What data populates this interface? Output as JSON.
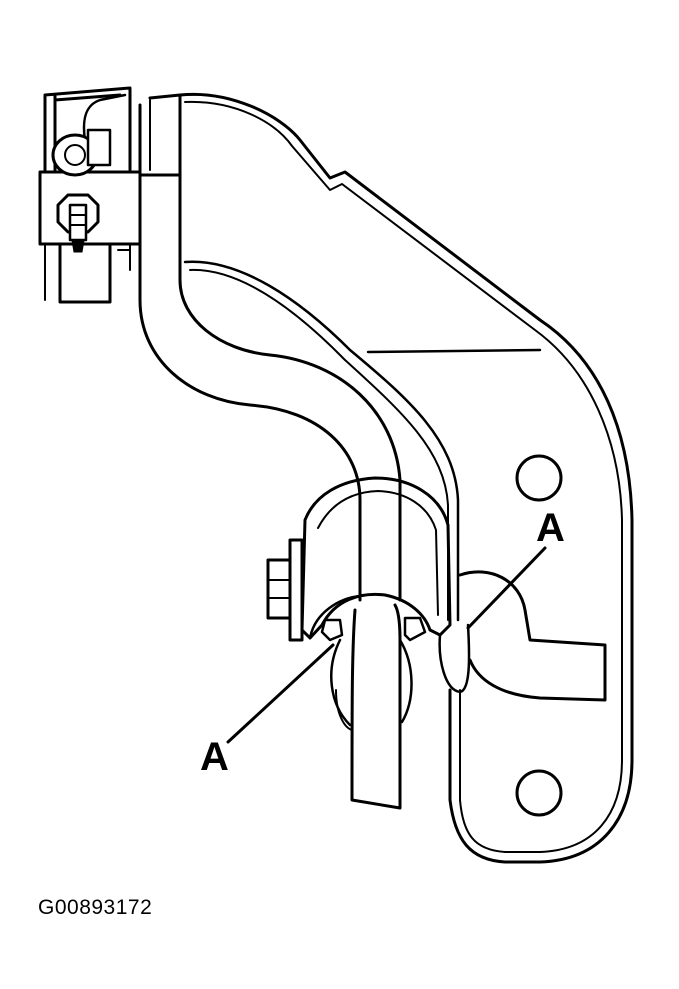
{
  "callouts": {
    "upper": "A",
    "lower": "A"
  },
  "figure_id": "G00893172",
  "colors": {
    "ink": "#000000",
    "paper": "#ffffff"
  }
}
